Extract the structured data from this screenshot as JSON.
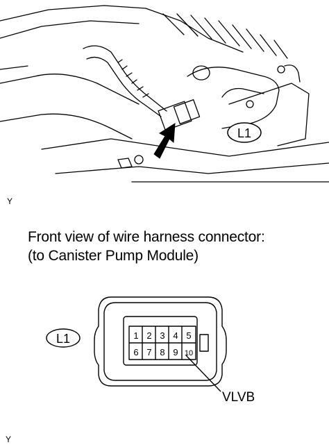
{
  "illustration": {
    "connector_callout": "L1",
    "view_code": "Y"
  },
  "caption": {
    "line1": "Front view of wire harness connector:",
    "line2": "(to Canister Pump Module)"
  },
  "connector": {
    "callout": "L1",
    "pins_top": [
      "1",
      "2",
      "3",
      "4",
      "5"
    ],
    "pins_bottom": [
      "6",
      "7",
      "8",
      "9",
      "10"
    ],
    "terminal_label": "VLVB",
    "view_code": "Y"
  }
}
